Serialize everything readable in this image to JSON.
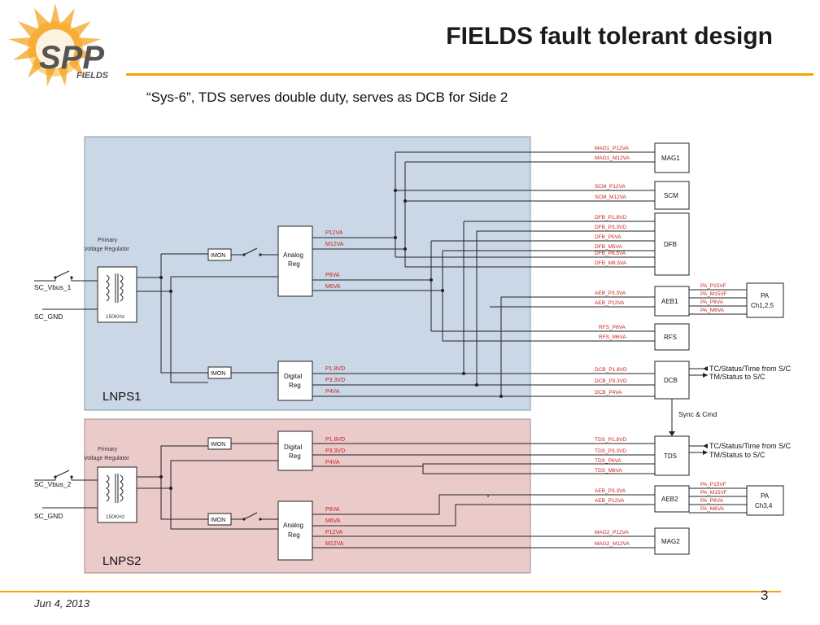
{
  "header": {
    "title": "FIELDS fault tolerant design",
    "subtitle": "“Sys-6”, TDS serves double duty, serves as DCB for Side 2",
    "logo_text": "SPP",
    "logo_subtext": "FIELDS"
  },
  "footer": {
    "date": "Jun 4, 2013",
    "page_number": "3"
  },
  "colors": {
    "accent": "#f5a300",
    "lnps1_fill": "#c9d7e6",
    "lnps2_fill": "#ebcaca",
    "signal_label": "#cc2020"
  },
  "lnps1": {
    "name": "LNPS1",
    "regulator_label_1": "Primary",
    "regulator_label_2": "Voltage Regulator",
    "freq": "150KHz",
    "input_label": "SC_Vbus_1",
    "gnd_label": "SC_GND",
    "imon_top": "IMON",
    "imon_bottom": "IMON",
    "analog_reg_1": "Analog",
    "analog_reg_2": "Reg",
    "digital_reg_1": "Digital",
    "digital_reg_2": "Reg",
    "analog_outputs": [
      "P12VA",
      "M12VA",
      "P6VA",
      "M6VA"
    ],
    "digital_outputs": [
      "P1.8VD",
      "P3.3VD",
      "P4VA"
    ]
  },
  "lnps2": {
    "name": "LNPS2",
    "regulator_label_1": "Primary",
    "regulator_label_2": "Voltage Regulator",
    "freq": "150KHz",
    "input_label": "SC_Vbus_2",
    "gnd_label": "SC_GND",
    "imon_top": "IMON",
    "imon_bottom": "IMON",
    "digital_reg_1": "Digital",
    "digital_reg_2": "Reg",
    "analog_reg_1": "Analog",
    "analog_reg_2": "Reg",
    "digital_outputs": [
      "P1.8VD",
      "P3.3VD",
      "P4VA"
    ],
    "analog_outputs": [
      "P6VA",
      "M6VA",
      "P12VA",
      "M12VA"
    ]
  },
  "loads": {
    "mag1": {
      "name": "MAG1",
      "signals": [
        "MAG1_P12VA",
        "MAG1_M12VA"
      ]
    },
    "scm": {
      "name": "SCM",
      "signals": [
        "SCM_P12VA",
        "SCM_M12VA"
      ]
    },
    "dfb": {
      "name": "DFB",
      "signals": [
        "DFB_P1.8VD",
        "DFB_P3.3VD",
        "DFB_P5VA",
        "DFB_M5VA",
        "DFB_P8.5VA",
        "DFB_M8.5VA"
      ]
    },
    "aeb1": {
      "name": "AEB1",
      "signals": [
        "AEB_P3.3VA",
        "AEB_P12VA"
      ]
    },
    "rfs": {
      "name": "RFS",
      "signals": [
        "RFS_P6VA",
        "RFS_M6VA"
      ]
    },
    "dcb": {
      "name": "DCB",
      "signals": [
        "DCB_P1.8VD",
        "DCB_P3.3VD",
        "DCB_P4VA"
      ]
    },
    "tds": {
      "name": "TDS",
      "signals": [
        "TDS_P1.8VD",
        "TDS_P3.3VD",
        "TDS_P6VA",
        "TDS_M6VA"
      ]
    },
    "aeb2": {
      "name": "AEB2",
      "signals": [
        "AEB_P3.3VA",
        "AEB_P12VA"
      ]
    },
    "mag2": {
      "name": "MAG2",
      "signals": [
        "MAG2_P12VA",
        "MAG2_M12VA"
      ]
    }
  },
  "pa1": {
    "name_1": "PA",
    "name_2": "Ch1,2,5",
    "signals": [
      "PA_P15VF",
      "PA_M15VF",
      "PA_P6VA",
      "PA_M6VA"
    ]
  },
  "pa2": {
    "name_1": "PA",
    "name_2": "Ch3,4",
    "signals": [
      "PA_P15VF",
      "PA_M15VF",
      "PA_P6VA",
      "PA_M6VA"
    ]
  },
  "annotations": {
    "dcb_tc": "TC/Status/Time from S/C",
    "dcb_tm": "TM/Status to S/C",
    "sync": "Sync & Cmd",
    "tds_tc": "TC/Status/Time from S/C",
    "tds_tm": "TM/Status to S/C"
  }
}
